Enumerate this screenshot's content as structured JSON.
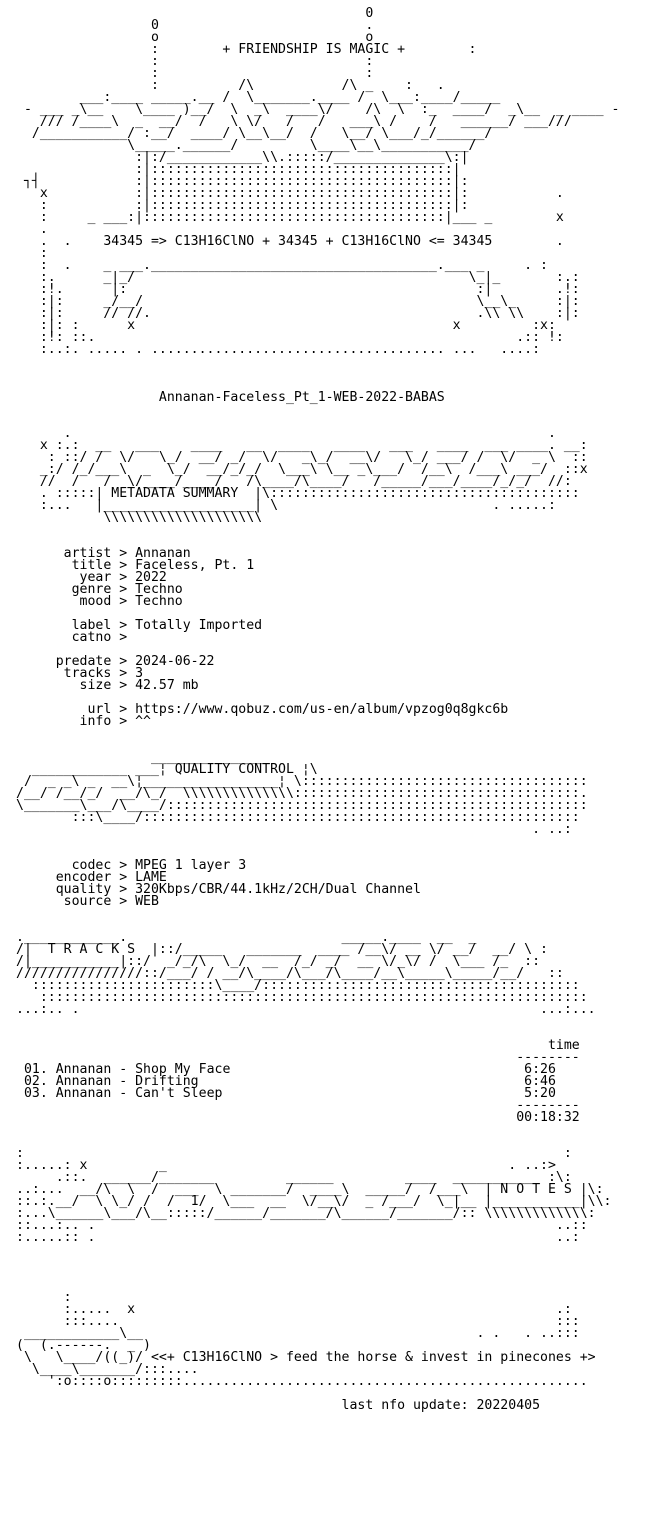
{
  "nfo": {
    "header_art": "                                            0\n                 0                          .\n                 o                          o\n                 :        + FRIENDSHIP IS MAGIC +        :\n                 :                          :\n                 :                          :\n                 :          /\\           /\\ _    :   .\n        ___:____ _____.__ /  \\_______.____ /  \\___:____/_____\n - ___ _\\__    \\____ )__/  \\  _\\  ____\\/    /\\  \\  :_  ____/  _\\__  _ ____ -\n   /// /____\\  _  __/  /   \\ \\/   /   /   ___\\ /    /   ______/ ___///\n  /___________/ :__/  ____/ \\__\\__/  /   \\__/ \\___/_/______/\n              \\_____.______/         \\____\\__\\___________/\n               :|:/____________\\\\.:::::/______________\\:|\n               :|::::::::::::::::::::::::::::::::::::::|\n ┐┤            :|::::::::::::::::::::::::::::::::::::::|:\n   x           :|::::::::::::::::::::::::::::::::::::::|:           .\n   :           :|::::::::::::::::::::::::::::::::::::::|:\n   :     _ ___:|::::::::::::::::::::::::::::::::::::::|___ _        x\n   .\n   .  .    34345 => C13H16ClNO + 34345 + C13H16ClNO <= 34345        .\n   :\n   :  .    _ ___.____________________________________.___ _     . :\n   :.      _|_/                                          \\_|_       :.:\n   :!.      |:                                            :|        .!:\n   :|:     _/__/                                          \\__\\_     :|:\n   :|:     // //.                                         .\\\\ \\\\    :|:\n   :|: :      x                                        x         :x:\n   :!: ::.                                                     .:: !:\n   :..:. ..... . ..................................... ...   ....:",
    "release_name": "Annanan-Faceless_Pt_1-WEB-2022-BABAS",
    "metadata_art": "      .                                                            .\n   x :.:  __   ___    ____   __  ____   ____   ___   ____  ___ ____. __:\n    : ::/ /  \\/   \\_/  __/ _/  \\/   _\\_/  __\\/   \\_/ ___/ /  \\/  _ \\  ::\n   _:/ /_/___\\  _  \\_/  __/_/_/  \\___\\ \\__ _\\___/  /__\\  /___\\ ___/  ::x\n   //  /   /  \\/____/____/   /\\____/\\____/   /_____/___/____/_/_/  //:\n   . :::::| METADATA SUMMARY  |\\:::::::::::::::::::::::::::::::::::::::\n   :...   |___________________| \\                           . .....:\n           \\\\\\\\\\\\\\\\\\\\\\\\\\\\\\\\\\\\\\\\",
    "metadata": [
      "      artist > Annanan",
      "       title > Faceless, Pt. 1",
      "        year > 2022",
      "       genre > Techno",
      "        mood > Techno",
      "",
      "       label > Totally Imported",
      "       catno >",
      "",
      "     predate > 2024-06-22",
      "      tracks > 3",
      "        size > 42.57 mb",
      "",
      "         url > https://www.qobuz.com/us-en/album/vpzog0q8gkc6b",
      "        info > ^^"
    ],
    "quality_art": "                 _______________\n  ____________ ___¦ QUALITY CONTROL ¦\\\n /  _ _\\ _  __\\¦_________________¦ \\::::::::::::::::::::::::::::::::::::\n/__/ /__/_/  __/\\_/  \\\\\\\\\\\\\\\\\\\\\\\\\\\\::::::::::::::::::::::::::::::::::::.\n\\_______\\___/\\____/:::::::::::::::::::::::::::::::::::::::::::::::::::::\n       :::\\____/:::::::::::::::::::::::::::::::::::::::::::::::::::::::\n                                                                 . ..:",
    "quality": [
      "       codec > MPEG 1 layer 3",
      "     encoder > LAME",
      "     quality > 320Kbps/CBR/44.1kHz/2CH/Dual Channel",
      "      source > WEB"
    ],
    "tracks_art": ".____________.                           _____.____  __  _\n/|  T R A C K S  |::/_____   _______  ____ /__\\/ __ \\/ __/  __/ \\ :\n/|___________|::/  _/_/\\  \\_/  __  /_/ _/  __ \\/_\\/ /  \\___ /_  ::\n////////////////::/___/ / __/\\____/\\___/\\____/__\\_____\\_____/__/   ::\n  :::::::::::::::::::::::\\____/::::::::::::::::::::::::::::::::::::::::\n   :::::::::::::::::::::::::::::::::::::::::::::::::::::::::::::::::::::\n...:.. .                                                          ...:...",
    "tracks_header": "time",
    "tracks_rule": "--------",
    "tracks": [
      {
        "line": "01. Annanan - Shop My Face",
        "time": "6:26"
      },
      {
        "line": "02. Annanan - Drifting",
        "time": "6:46"
      },
      {
        "line": "03. Annanan - Can't Sleep",
        "time": "5:20"
      }
    ],
    "tracks_total_rule": "--------",
    "tracks_total": "00:18:32",
    "notes_art": ":                                                                    :\n:.....: x         _                                           . ..:>\n     .::.  ______/_______         ______         ____  ___________ :\\:\n..:...  __/\\  \\  /  ___  \\ _______/  ____\\  _____/  /___\\  | N O T E S |\\:\n::.:.__/  \\ \\_/ /  /  1/  \\___  __  \\/__\\/  _ /___/  \\_|__ |___________|\\\\:\n:...\\______\\___/\\__:::::/______/_______/\\______/_______/:: \\\\\\\\\\\\\\\\\\\\\\\\\\:\n::...:.. .                                                          ..::\n:.....:: .                                                          ..:",
    "footer_art": "      :\n      :.....  x                                                     .:\n      :::....                                                       :::\n ____________\\__                                          . .   . ..:::\n(  (.------.  _ )\n \\   \\____/((_)/ <<+ C13H16ClNO > feed the horse & invest in pinecones +>\n  \\____\\_______/:::....\n    ':o::::o:::::::::...................................................",
    "last_update": "                                         last nfo update: 20220405"
  }
}
